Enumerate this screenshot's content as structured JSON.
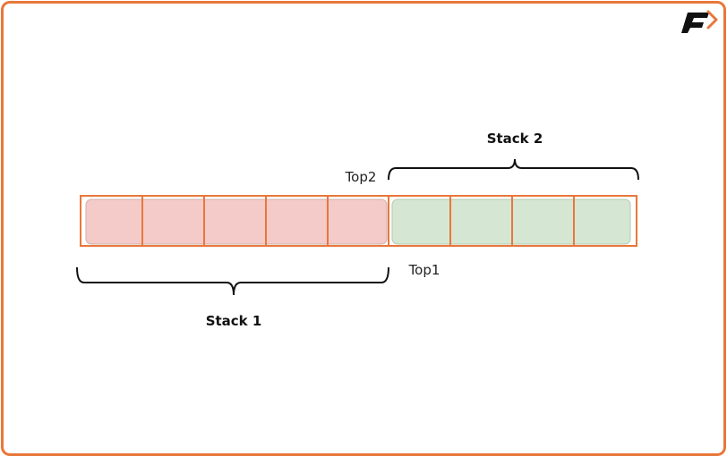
{
  "logo": {
    "letter": "F"
  },
  "stack1": {
    "label": "Stack 1",
    "top_label": "Top1",
    "cells": 5,
    "fill_color": "#f5cbc9"
  },
  "stack2": {
    "label": "Stack 2",
    "top_label": "Top2",
    "cells": 4,
    "fill_color": "#d5e7d3"
  },
  "colors": {
    "frame": "#e8773a",
    "cell_border": "#e8773a",
    "brace": "#111111"
  }
}
